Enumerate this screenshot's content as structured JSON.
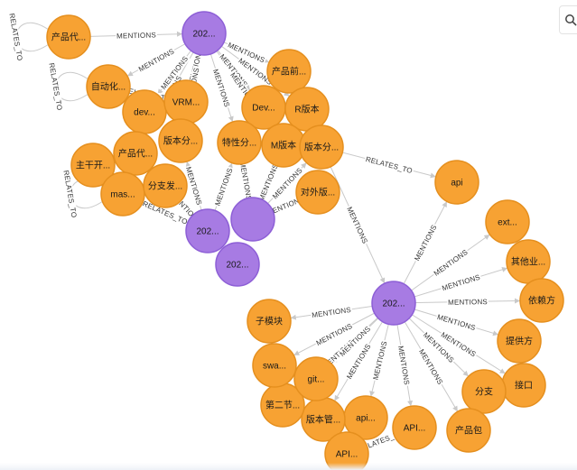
{
  "colors": {
    "entity": "#f7a233",
    "document": "#a77be3",
    "edge": "#c9c9c9"
  },
  "toolbar": {
    "search_icon": "search-icon"
  },
  "nodes": [
    {
      "id": "n1",
      "label": "产品代...",
      "kind": "entity"
    },
    {
      "id": "n2",
      "label": "202...",
      "kind": "document"
    },
    {
      "id": "n3",
      "label": "自动化...",
      "kind": "entity"
    },
    {
      "id": "n4",
      "label": "产品前...",
      "kind": "entity"
    },
    {
      "id": "n5",
      "label": "dev...",
      "kind": "entity"
    },
    {
      "id": "n6",
      "label": "VRM...",
      "kind": "entity"
    },
    {
      "id": "n7",
      "label": "Dev...",
      "kind": "entity"
    },
    {
      "id": "n8",
      "label": "R版本",
      "kind": "entity"
    },
    {
      "id": "n9",
      "label": "版本分...",
      "kind": "entity"
    },
    {
      "id": "n10",
      "label": "特性分...",
      "kind": "entity"
    },
    {
      "id": "n11",
      "label": "M版本",
      "kind": "entity"
    },
    {
      "id": "n12",
      "label": "版本分...",
      "kind": "entity"
    },
    {
      "id": "n13",
      "label": "产品代...",
      "kind": "entity"
    },
    {
      "id": "n14",
      "label": "主干开...",
      "kind": "entity"
    },
    {
      "id": "n15",
      "label": "mas...",
      "kind": "entity"
    },
    {
      "id": "n16",
      "label": "分支发...",
      "kind": "entity"
    },
    {
      "id": "n17",
      "label": "对外版...",
      "kind": "entity"
    },
    {
      "id": "n18",
      "label": "202...",
      "kind": "document"
    },
    {
      "id": "n19",
      "label": "",
      "kind": "document"
    },
    {
      "id": "n20",
      "label": "202...",
      "kind": "document"
    },
    {
      "id": "n21",
      "label": "api",
      "kind": "entity"
    },
    {
      "id": "n22",
      "label": "202...",
      "kind": "document"
    },
    {
      "id": "n23",
      "label": "ext...",
      "kind": "entity"
    },
    {
      "id": "n24",
      "label": "其他业...",
      "kind": "entity"
    },
    {
      "id": "n25",
      "label": "依赖方",
      "kind": "entity"
    },
    {
      "id": "n26",
      "label": "提供方",
      "kind": "entity"
    },
    {
      "id": "n27",
      "label": "接口",
      "kind": "entity"
    },
    {
      "id": "n28",
      "label": "分支",
      "kind": "entity"
    },
    {
      "id": "n29",
      "label": "产品包",
      "kind": "entity"
    },
    {
      "id": "n30",
      "label": "API...",
      "kind": "entity"
    },
    {
      "id": "n31",
      "label": "api...",
      "kind": "entity"
    },
    {
      "id": "n32",
      "label": "版本管...",
      "kind": "entity"
    },
    {
      "id": "n33",
      "label": "API...",
      "kind": "entity"
    },
    {
      "id": "n34",
      "label": "第二节...",
      "kind": "entity"
    },
    {
      "id": "n35",
      "label": "git...",
      "kind": "entity"
    },
    {
      "id": "n36",
      "label": "swa...",
      "kind": "entity"
    },
    {
      "id": "n37",
      "label": "子模块",
      "kind": "entity"
    }
  ],
  "edges": [
    {
      "from": "n1",
      "to": "n2",
      "label": "MENTIONS"
    },
    {
      "from": "n1",
      "to": "n1",
      "label": "RELATES_TO"
    },
    {
      "from": "n3",
      "to": "n3",
      "label": "RELATES_TO"
    },
    {
      "from": "n2",
      "to": "n3",
      "label": "MENTIONS"
    },
    {
      "from": "n2",
      "to": "n4",
      "label": "MENTIONS"
    },
    {
      "from": "n2",
      "to": "n5",
      "label": "MENTIONS"
    },
    {
      "from": "n2",
      "to": "n6",
      "label": "MENTIONS"
    },
    {
      "from": "n2",
      "to": "n7",
      "label": "MENTIONS"
    },
    {
      "from": "n2",
      "to": "n9",
      "label": "MENTIONS"
    },
    {
      "from": "n2",
      "to": "n10",
      "label": "MENTIONS"
    },
    {
      "from": "n2",
      "to": "n11",
      "label": "MENTIONS"
    },
    {
      "from": "n2",
      "to": "n8",
      "label": "MENTIONS"
    },
    {
      "from": "n2",
      "to": "n13",
      "label": "MENTIONS"
    },
    {
      "from": "n3",
      "to": "n6",
      "label": "RELATES_TO"
    },
    {
      "from": "n18",
      "to": "n13",
      "label": "MENTIONS"
    },
    {
      "from": "n18",
      "to": "n16",
      "label": "MENTIONS"
    },
    {
      "from": "n18",
      "to": "n9",
      "label": "MENTIONS"
    },
    {
      "from": "n18",
      "to": "n10",
      "label": "MENTIONS"
    },
    {
      "from": "n18",
      "to": "n15",
      "label": "MENTIONS"
    },
    {
      "from": "n19",
      "to": "n11",
      "label": "MENTIONS"
    },
    {
      "from": "n19",
      "to": "n12",
      "label": "MENTIONS"
    },
    {
      "from": "n19",
      "to": "n17",
      "label": "MENTIONS"
    },
    {
      "from": "n19",
      "to": "n10",
      "label": "MENTIONS"
    },
    {
      "from": "n15",
      "to": "n15",
      "label": "RELATES_TO"
    },
    {
      "from": "n15",
      "to": "n18",
      "label": "RELATES_TO"
    },
    {
      "from": "n12",
      "to": "n21",
      "label": "RELATES_TO"
    },
    {
      "from": "n12",
      "to": "n22",
      "label": "MENTIONS"
    },
    {
      "from": "n22",
      "to": "n21",
      "label": "MENTIONS"
    },
    {
      "from": "n22",
      "to": "n23",
      "label": "MENTIONS"
    },
    {
      "from": "n22",
      "to": "n24",
      "label": "MENTIONS"
    },
    {
      "from": "n22",
      "to": "n25",
      "label": "MENTIONS"
    },
    {
      "from": "n22",
      "to": "n26",
      "label": "MENTIONS"
    },
    {
      "from": "n22",
      "to": "n27",
      "label": "MENTIONS"
    },
    {
      "from": "n22",
      "to": "n28",
      "label": "MENTIONS"
    },
    {
      "from": "n22",
      "to": "n29",
      "label": "MENTIONS"
    },
    {
      "from": "n22",
      "to": "n30",
      "label": "MENTIONS"
    },
    {
      "from": "n22",
      "to": "n31",
      "label": "MENTIONS"
    },
    {
      "from": "n22",
      "to": "n32",
      "label": "MENTIONS"
    },
    {
      "from": "n22",
      "to": "n34",
      "label": "MENTIONS"
    },
    {
      "from": "n22",
      "to": "n35",
      "label": "MENTIONS"
    },
    {
      "from": "n22",
      "to": "n36",
      "label": "MENTIONS"
    },
    {
      "from": "n22",
      "to": "n37",
      "label": "MENTIONS"
    },
    {
      "from": "n33",
      "to": "n30",
      "label": "RELATES_TO"
    }
  ]
}
